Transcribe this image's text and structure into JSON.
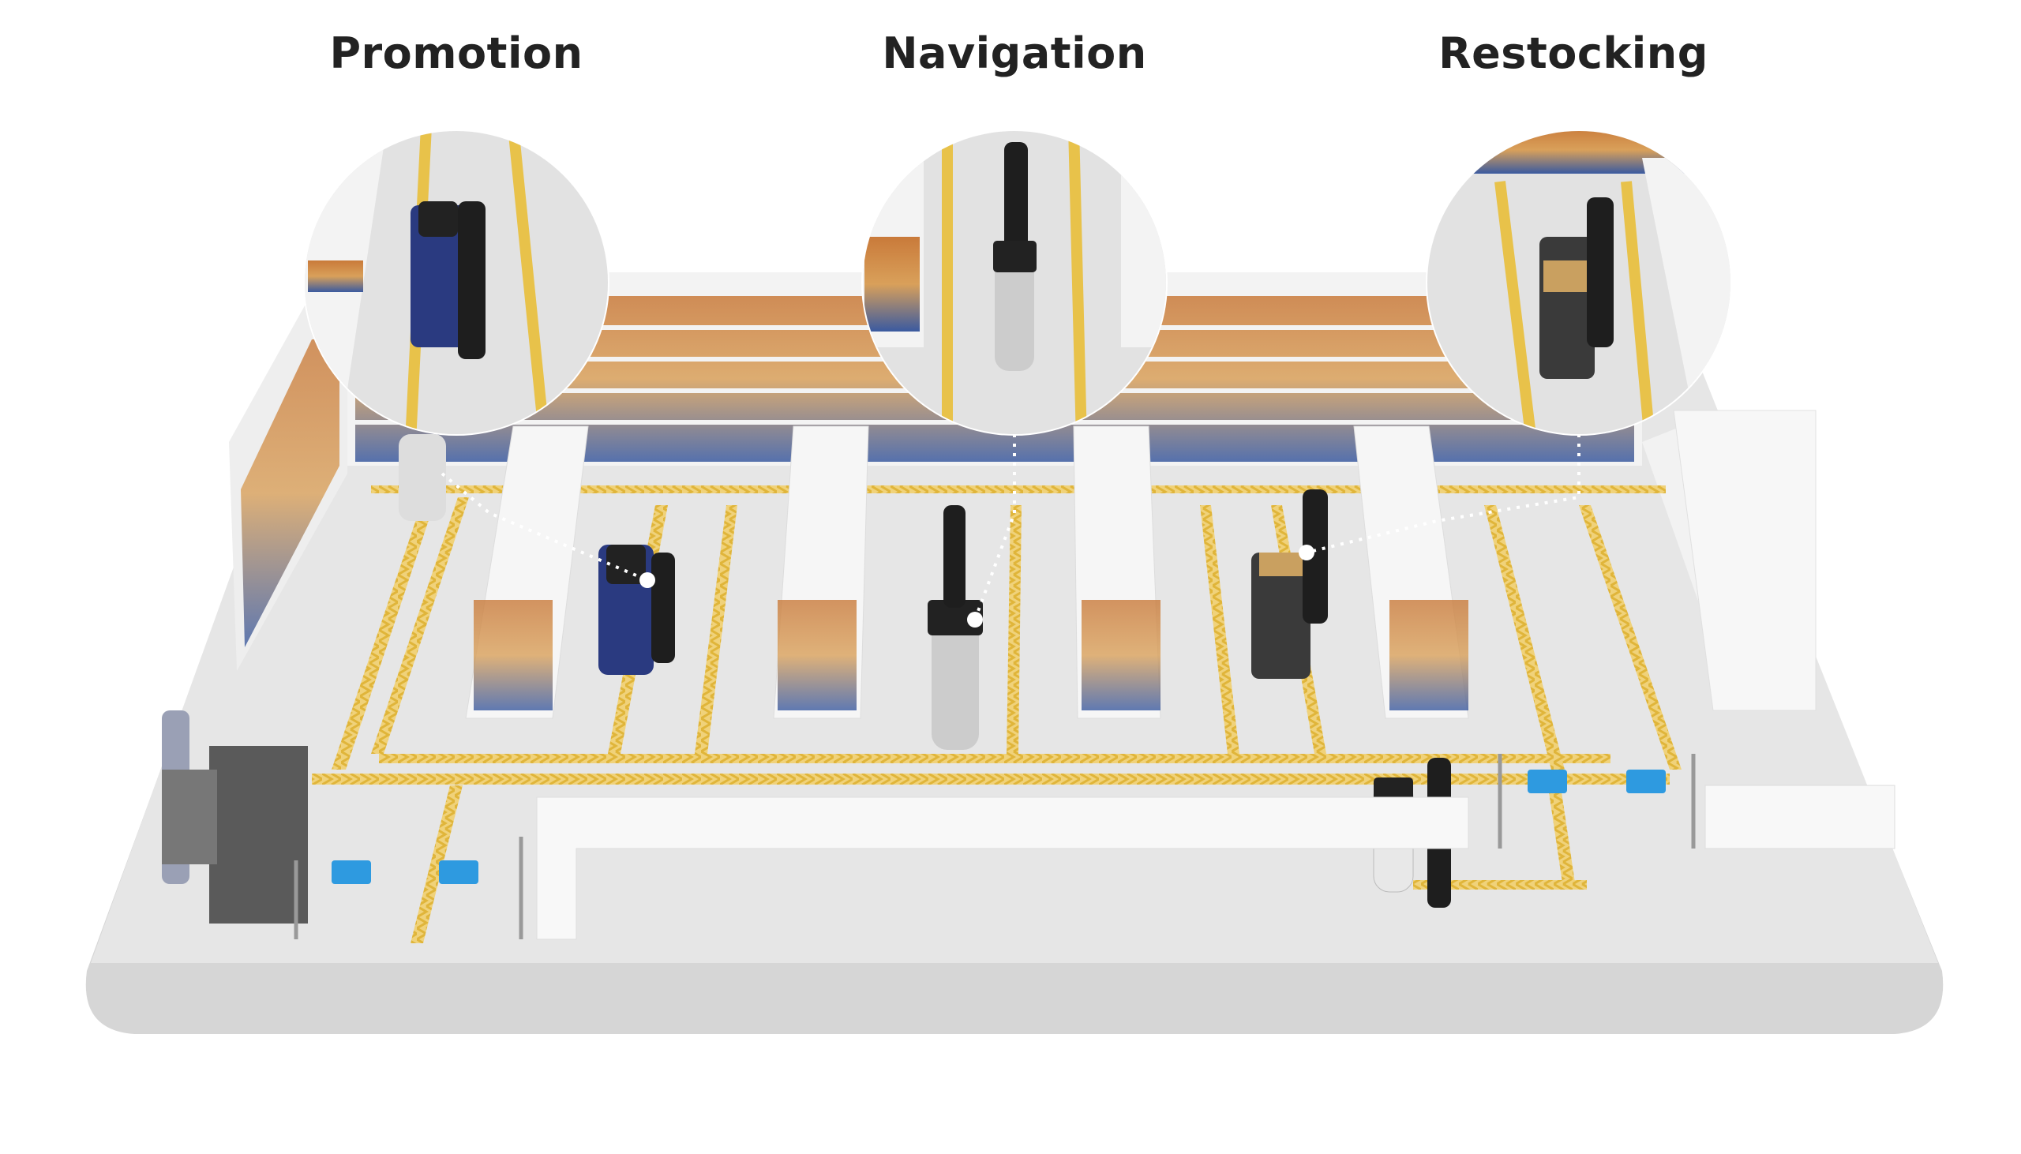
{
  "sections": [
    {
      "title": "Promotion"
    },
    {
      "title": "Navigation"
    },
    {
      "title": "Restocking"
    }
  ],
  "colors": {
    "floor": "#e4e4e4",
    "floor_edge": "#d2d2d2",
    "lane_marking": "#e8c24a",
    "shelf": "#f4f4f4",
    "gate_sign": "#2e9ae0",
    "text": "#222222"
  }
}
